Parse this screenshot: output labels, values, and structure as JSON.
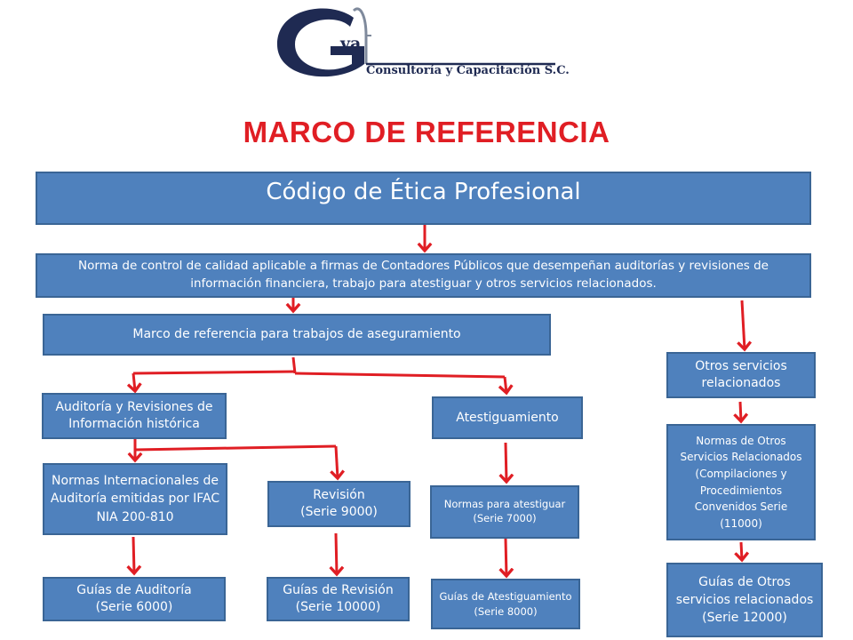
{
  "logo": {
    "initials": "va",
    "company": "Consultoría y Capacitación S.C."
  },
  "title": "MARCO DE REFERENCIA",
  "boxes": {
    "codigo": "Código de Ética Profesional",
    "norma_control": "Norma de control de calidad aplicable a firmas de Contadores Públicos que desempeñan auditorías y revisiones de información financiera, trabajo para atestiguar y otros servicios relacionados.",
    "marco": "Marco de referencia para trabajos de aseguramiento",
    "auditoria": "Auditoría y Revisiones de Información histórica",
    "atestiguamiento": "Atestiguamiento",
    "otros": "Otros servicios relacionados",
    "nia": "Normas Internacionales de Auditoría emitidas por IFAC NIA 200-810",
    "revision": "Revisión\n(Serie 9000)",
    "normas_atestiguar": "Normas para atestiguar\n(Serie 7000)",
    "normas_otros": "Normas de Otros Servicios Relacionados (Compilaciones y Procedimientos Convenidos Serie (11000)",
    "guias_auditoria": "Guías de Auditoría\n(Serie 6000)",
    "guias_revision": "Guías de Revisión\n(Serie 10000)",
    "guias_atestiguamiento": "Guías de Atestiguamiento\n(Serie 8000)",
    "guias_otros": "Guías de Otros servicios relacionados\n(Serie 12000)"
  },
  "colors": {
    "box_fill": "#4f81bd",
    "box_border": "#3a6595",
    "arrow": "#e01e24",
    "title": "#e01e24",
    "logo_navy": "#1f2a52"
  }
}
